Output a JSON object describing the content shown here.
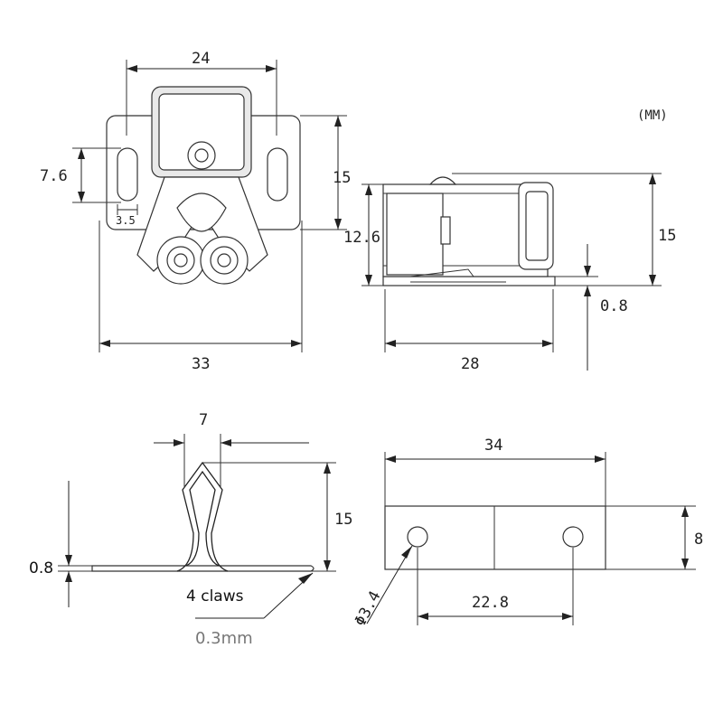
{
  "unit_note": "(MM)",
  "top_left_view": {
    "dim_top": "24",
    "dim_slot_height": "7.6",
    "dim_slot_width": "3.5",
    "dim_height": "15",
    "dim_width": "33"
  },
  "top_right_view": {
    "dim_body_height": "12.6",
    "dim_total_height": "15",
    "dim_thickness": "0.8",
    "dim_length": "28"
  },
  "bottom_left_view": {
    "dim_gap": "7",
    "dim_height": "15",
    "dim_thickness": "0.8",
    "claws_note": "4 claws",
    "thickness_note": "0.3mm"
  },
  "bottom_right_view": {
    "dim_length": "34",
    "dim_height": "8",
    "dim_hole": "Φ3.4",
    "dim_hole_spacing": "22.8"
  }
}
